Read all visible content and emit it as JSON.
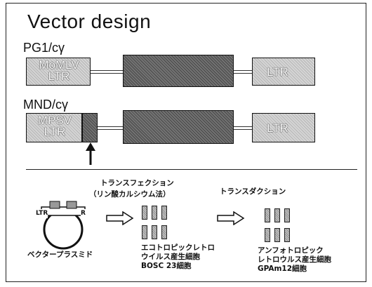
{
  "title": "Vector design",
  "vector1": {
    "label": "PG1/cγ",
    "ltr5": "MoMLV\nLTR",
    "ltr3": "LTR"
  },
  "vector2": {
    "label": "MND/cγ",
    "ltr5": "MPSV\nLTR",
    "ltr3": "LTR"
  },
  "process": {
    "transfection": "トランスフェクション",
    "transfection_method": "（リン酸カルシウム法）",
    "transduction": "トランスダクション",
    "plasmid_label": "ベクタープラスミド",
    "plasmid_ltr_left": "LTR",
    "plasmid_ltr_right": "R",
    "ecotropic": "エコトロピックレトロ\nウイルス産生細胞\nBOSC 23細胞",
    "amphotropic": "アンフォトロピック\nレトロウルス産生細胞\nGPAm12細胞"
  }
}
